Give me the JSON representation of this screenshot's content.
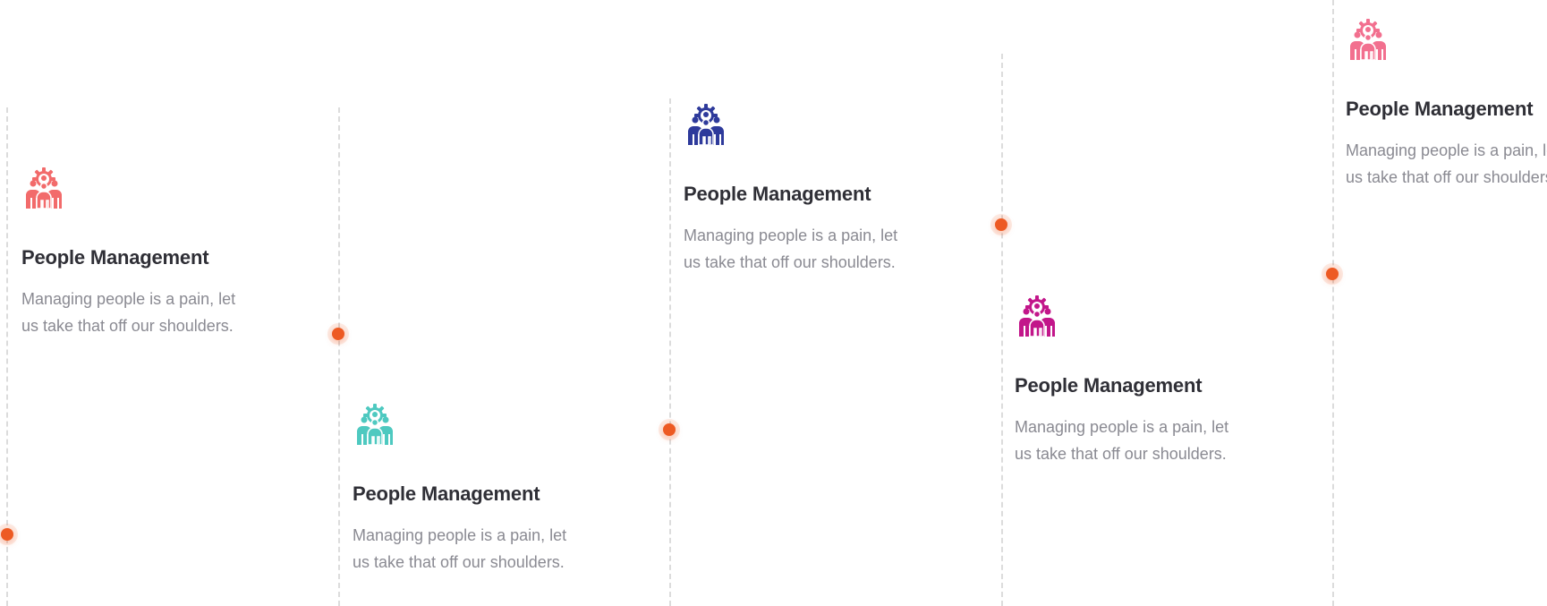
{
  "timeline": {
    "items": [
      {
        "icon": "people-gear-icon",
        "icon_color": "#f26b6b",
        "title": "People Management",
        "description": "Managing people is a pain, let us take that off our shoulders."
      },
      {
        "icon": "people-gear-icon",
        "icon_color": "#4ec9c0",
        "title": "People Management",
        "description": "Managing people is a pain, let us take that off our shoulders."
      },
      {
        "icon": "people-gear-icon",
        "icon_color": "#2e3a9b",
        "title": "People Management",
        "description": "Managing people is a pain, let us take that off our shoulders."
      },
      {
        "icon": "people-gear-icon",
        "icon_color": "#c2168a",
        "title": "People Management",
        "description": "Managing people is a pain, let us take that off our shoulders."
      },
      {
        "icon": "people-gear-icon",
        "icon_color": "#f2708f",
        "title": "People Management",
        "description": "Managing people is a pain, let us take that off our shoulders."
      }
    ],
    "marker_color": "#ed5a23"
  }
}
